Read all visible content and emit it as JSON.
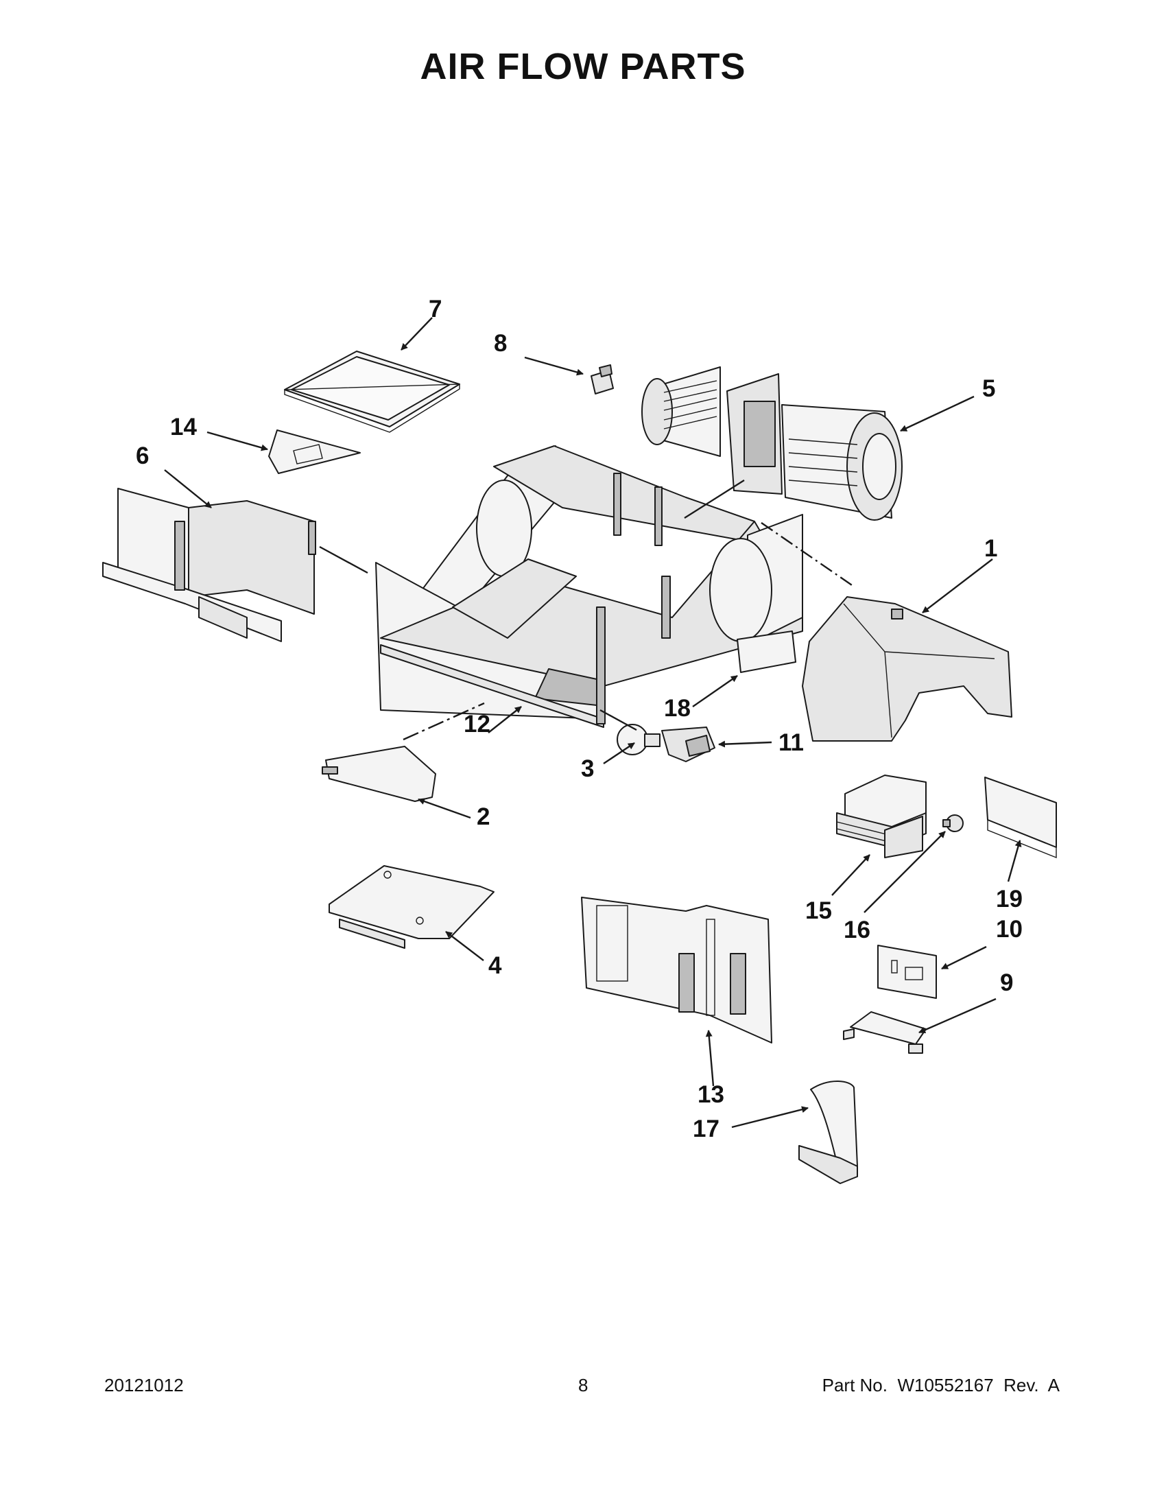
{
  "title": "AIR FLOW PARTS",
  "callouts": [
    "1",
    "2",
    "3",
    "4",
    "5",
    "6",
    "7",
    "8",
    "9",
    "10",
    "11",
    "12",
    "13",
    "14",
    "15",
    "16",
    "17",
    "18",
    "19"
  ],
  "footer": {
    "date_code": "20121012",
    "page_number": "8",
    "part_number": "Part No.  W10552167  Rev.  A"
  }
}
